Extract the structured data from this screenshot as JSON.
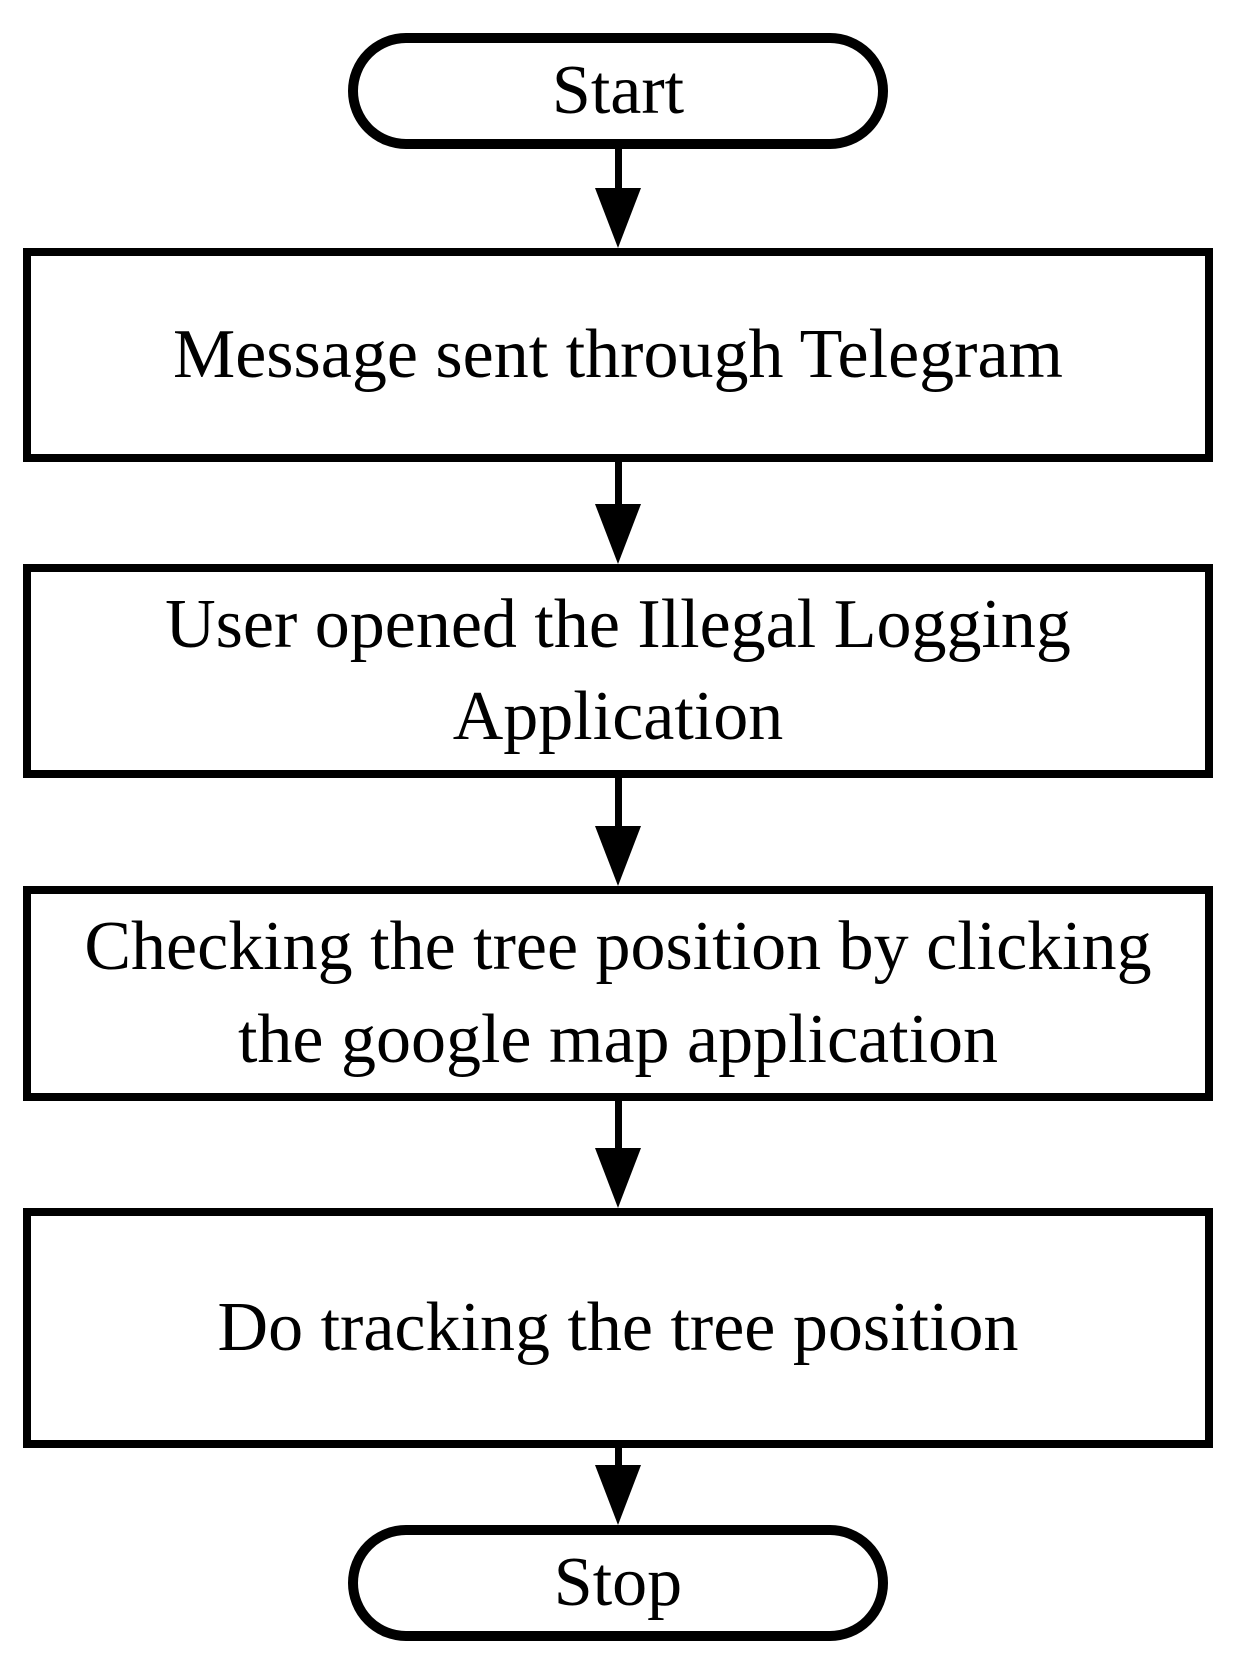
{
  "flowchart": {
    "type": "flowchart",
    "direction": "top-to-bottom",
    "colors": {
      "stroke": "#000000",
      "fill": "#ffffff",
      "text": "#000000",
      "background": "#ffffff"
    },
    "nodes": [
      {
        "id": "start",
        "shape": "terminator",
        "label": "Start"
      },
      {
        "id": "step1",
        "shape": "process",
        "label": "Message sent through Telegram"
      },
      {
        "id": "step2",
        "shape": "process",
        "label": "User opened the Illegal Logging Application"
      },
      {
        "id": "step3",
        "shape": "process",
        "label": "Checking the tree position by clicking the google map application"
      },
      {
        "id": "step4",
        "shape": "process",
        "label": "Do tracking the tree position"
      },
      {
        "id": "stop",
        "shape": "terminator",
        "label": "Stop"
      }
    ],
    "edges": [
      {
        "from": "start",
        "to": "step1",
        "style": "arrow-down"
      },
      {
        "from": "step1",
        "to": "step2",
        "style": "arrow-down"
      },
      {
        "from": "step2",
        "to": "step3",
        "style": "arrow-down"
      },
      {
        "from": "step3",
        "to": "step4",
        "style": "arrow-down"
      },
      {
        "from": "step4",
        "to": "stop",
        "style": "arrow-down"
      }
    ]
  }
}
